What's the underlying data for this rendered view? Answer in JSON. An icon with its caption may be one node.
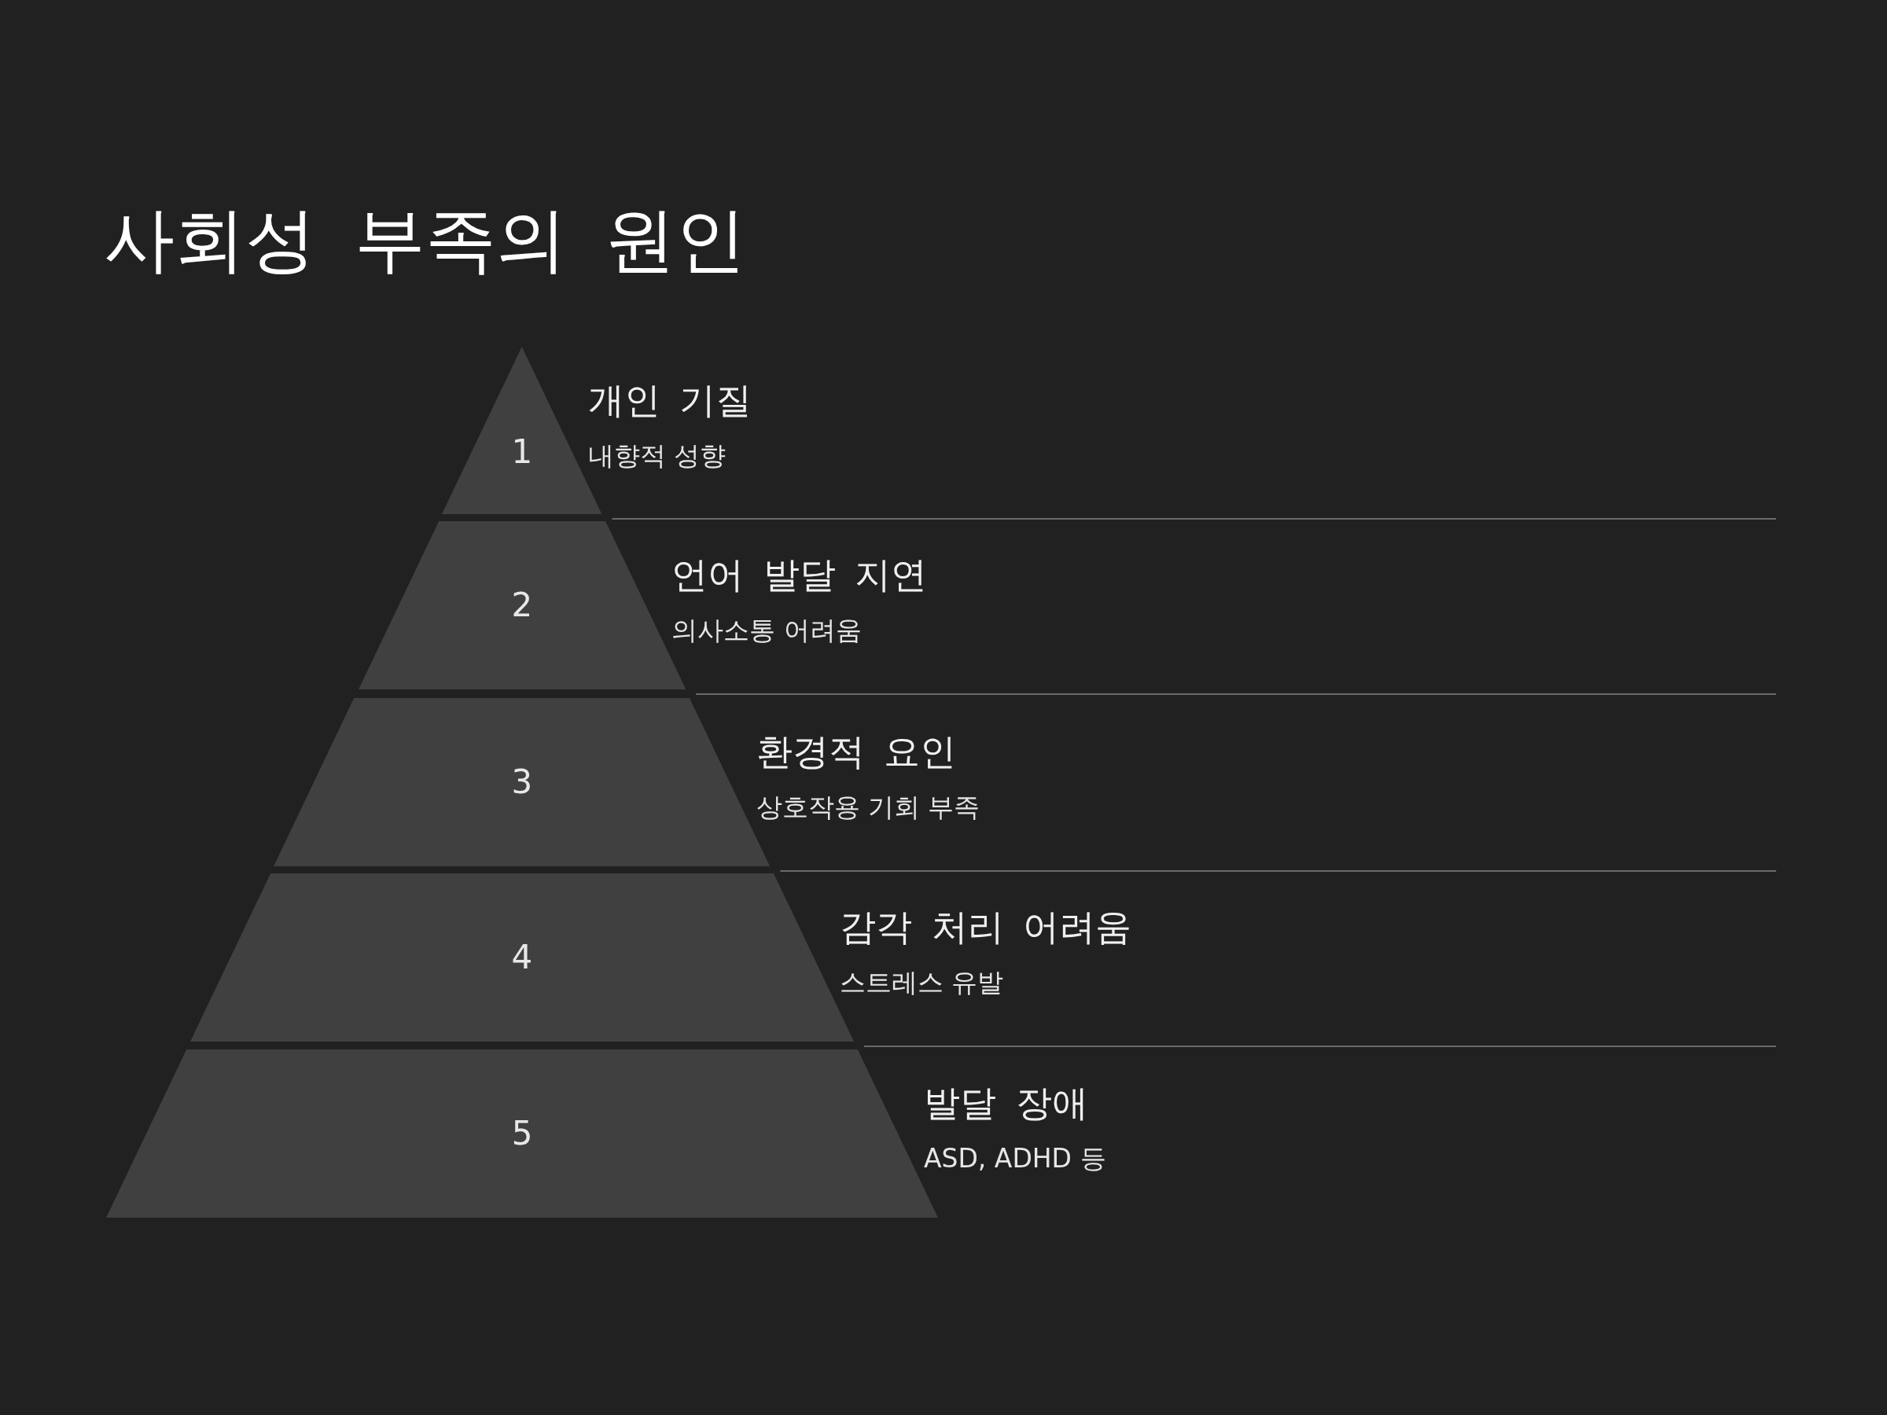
{
  "diagram": {
    "title": "사회성 부족의 원인",
    "nodes": [
      {
        "text": [
          "1"
        ],
        "beside": [
          "개인 기질",
          "내향적 성향"
        ]
      },
      {
        "text": [
          "2"
        ],
        "beside": [
          "언어 발달 지연",
          "의사소통 어려움"
        ]
      },
      {
        "text": [
          "3"
        ],
        "beside": [
          "환경적 요인",
          "상호작용 기회 부족"
        ]
      },
      {
        "text": [
          "4"
        ],
        "beside": [
          "감각 처리 어려움",
          "스트레스 유발"
        ]
      },
      {
        "text": [
          "5"
        ],
        "beside": [
          "발달 장애",
          "ASD, ADHD 등"
        ]
      }
    ]
  }
}
